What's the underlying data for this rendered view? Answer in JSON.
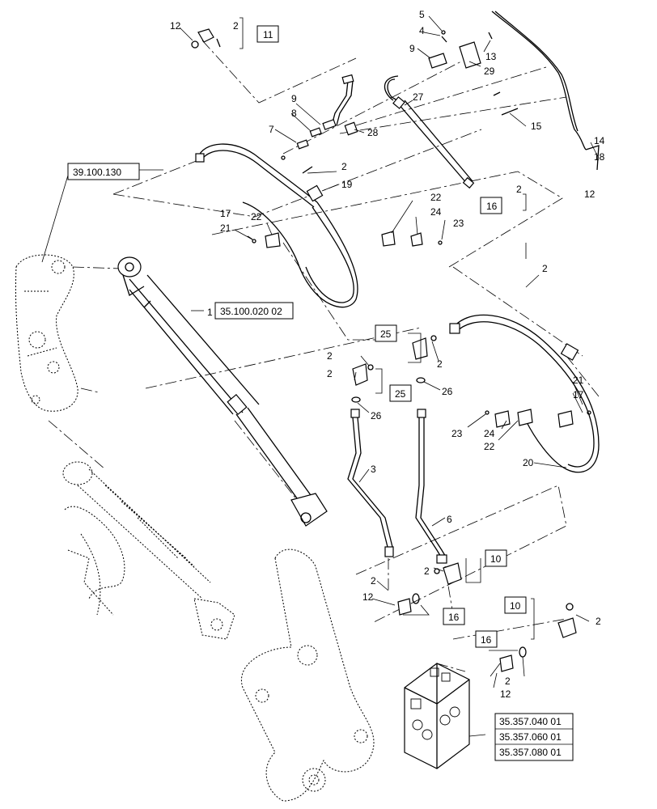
{
  "callouts": {
    "c1": "1",
    "c2": "2",
    "c3": "3",
    "c4": "4",
    "c5": "5",
    "c6": "6",
    "c7": "7",
    "c8": "8",
    "c9": "9",
    "c12": "12",
    "c13": "13",
    "c14": "14",
    "c15": "15",
    "c17": "17",
    "c18": "18",
    "c19": "19",
    "c20": "20",
    "c21": "21",
    "c22": "22",
    "c23": "23",
    "c24": "24",
    "c26": "26",
    "c27": "27",
    "c28": "28",
    "c29": "29"
  },
  "kit_refs": {
    "k10": "10",
    "k11": "11",
    "k16": "16",
    "k25": "25"
  },
  "section_refs": {
    "cylinder": "35.100.020 02",
    "arm": "39.100.130",
    "valve_a": "35.357.040 01",
    "valve_b": "35.357.060 01",
    "valve_c": "35.357.080 01"
  }
}
